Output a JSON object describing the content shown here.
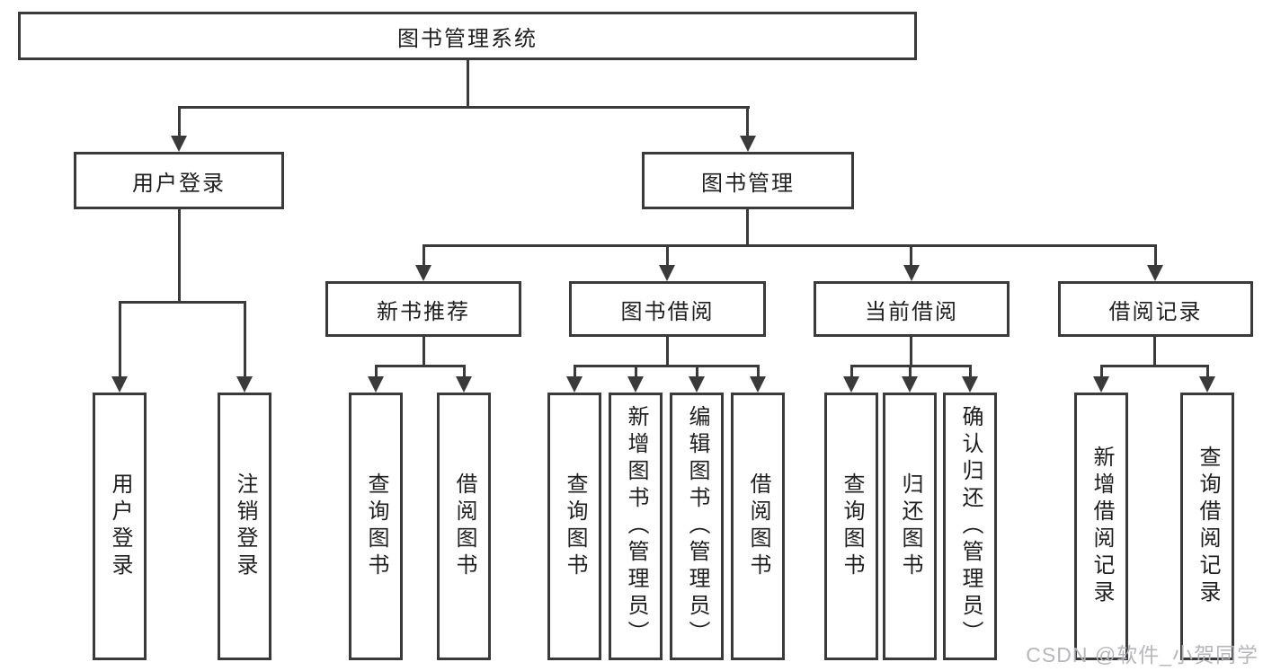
{
  "colors": {
    "line": "#3a3a3a",
    "text": "#1f1f1f",
    "background": "#ffffff",
    "watermark": "#b4b4b8"
  },
  "diagram": {
    "root": {
      "label": "图书管理系统"
    },
    "user_login": {
      "label": "用户登录",
      "children": [
        {
          "label": "用户登录"
        },
        {
          "label": "注销登录"
        }
      ]
    },
    "book_management": {
      "label": "图书管理",
      "sections": [
        {
          "label": "新书推荐",
          "children": [
            {
              "label": "查询图书"
            },
            {
              "label": "借阅图书"
            }
          ]
        },
        {
          "label": "图书借阅",
          "children": [
            {
              "label": "查询图书"
            },
            {
              "label": "新增图书（管理员）"
            },
            {
              "label": "编辑图书（管理员）"
            },
            {
              "label": "借阅图书"
            }
          ]
        },
        {
          "label": "当前借阅",
          "children": [
            {
              "label": "查询图书"
            },
            {
              "label": "归还图书"
            },
            {
              "label": "确认归还（管理员）"
            }
          ]
        },
        {
          "label": "借阅记录",
          "children": [
            {
              "label": "新增借阅记录"
            },
            {
              "label": "查询借阅记录"
            }
          ]
        }
      ]
    }
  },
  "watermark": {
    "text": "CSDN @软件_小贺同学"
  }
}
